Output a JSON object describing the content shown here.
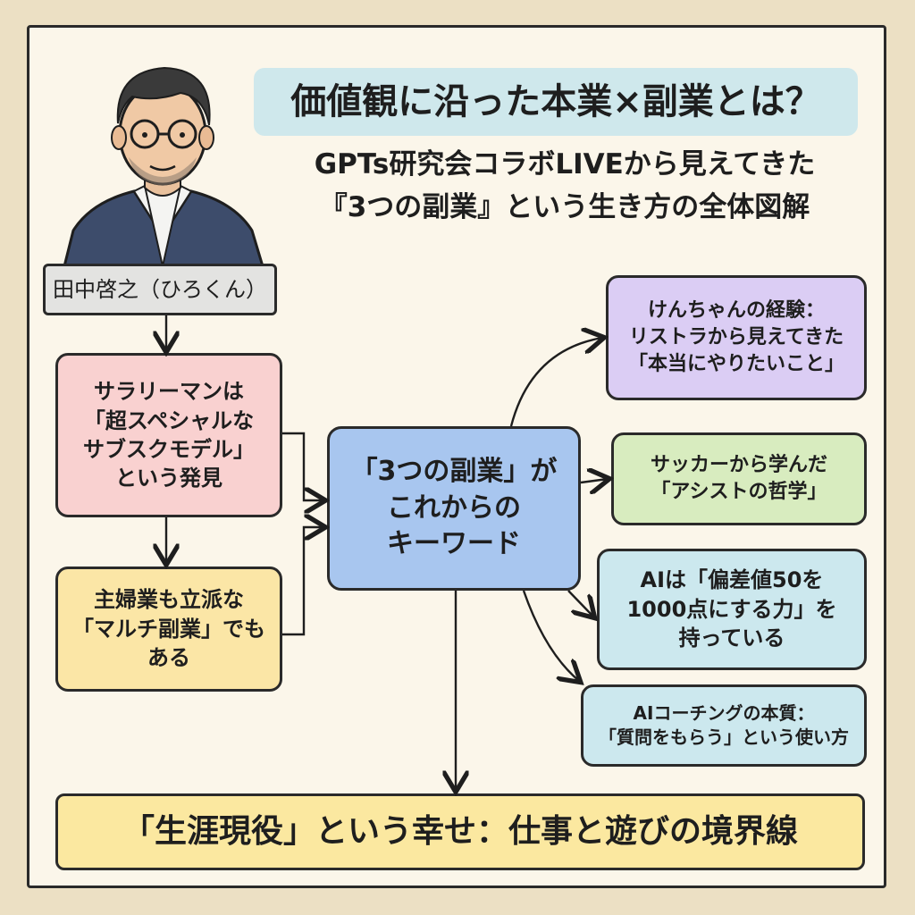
{
  "title": "価値観に沿った本業×副業とは？",
  "subtitle_line1": "GPTs研究会コラボLIVEから見えてきた",
  "subtitle_line2": "『3つの副業』という生き方の全体図解",
  "person_name": "田中啓之（ひろくん）",
  "left_nodes": {
    "salaryman": [
      "サラリーマンは",
      "「超スペシャルな",
      "サブスクモデル」",
      "という発見"
    ],
    "housework": [
      "主婦業も立派な",
      "「マルチ副業」でも",
      "ある"
    ]
  },
  "center_node": [
    "「3つの副業」が",
    "これからの",
    "キーワード"
  ],
  "right_nodes": {
    "kenchan": [
      "けんちゃんの経験：",
      "リストラから見えてきた",
      "「本当にやりたいこと」"
    ],
    "soccer": [
      "サッカーから学んだ",
      "「アシストの哲学」"
    ],
    "ai_power": [
      "AIは「偏差値50を",
      "1000点にする力」を",
      "持っている"
    ],
    "ai_coaching": [
      "AIコーチングの本質：",
      "「質問をもらう」という使い方"
    ]
  },
  "bottom_node": "「生涯現役」という幸せ：仕事と遊びの境界線",
  "icons": [
    "portrait-illustration",
    "arrow"
  ],
  "colors": {
    "background": "#ece0c4",
    "paper": "#fbf6ea",
    "title": "#cfe8ec",
    "pink": "#f9d1d0",
    "yellow": "#fbe6a6",
    "center": "#a8c6ef",
    "purple": "#dbcdf4",
    "green": "#d8ecbf",
    "light_blue": "#cce8ee",
    "bottom": "#fbe8a0"
  }
}
